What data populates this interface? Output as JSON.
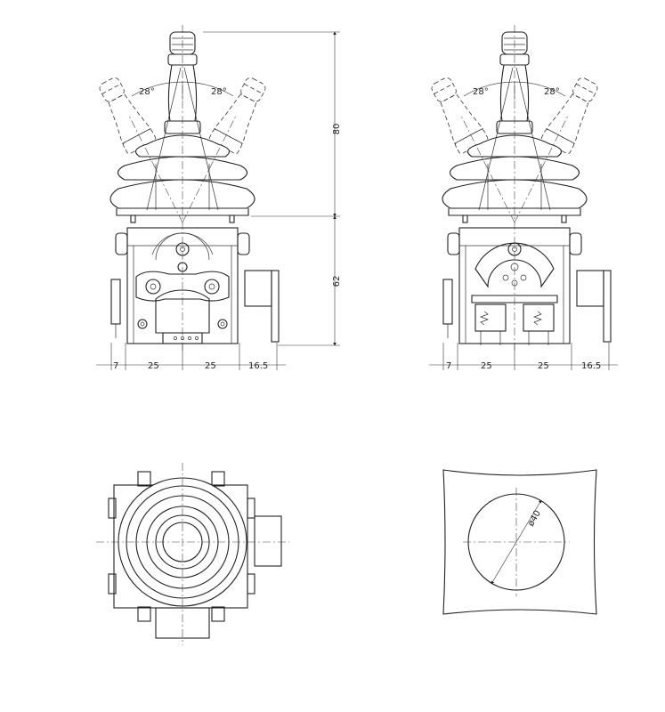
{
  "front_view": {
    "tilt_left": "28°",
    "tilt_right": "28°",
    "height_upper": "80",
    "height_lower": "62",
    "width_dims": [
      "7",
      "25",
      "25",
      "16.5"
    ]
  },
  "side_view": {
    "tilt_left": "28°",
    "tilt_right": "28°",
    "width_dims": [
      "7",
      "25",
      "25",
      "16.5"
    ]
  },
  "cutout_view": {
    "diameter": "ø40"
  },
  "colors": {
    "line": "#222222",
    "background": "#ffffff"
  }
}
